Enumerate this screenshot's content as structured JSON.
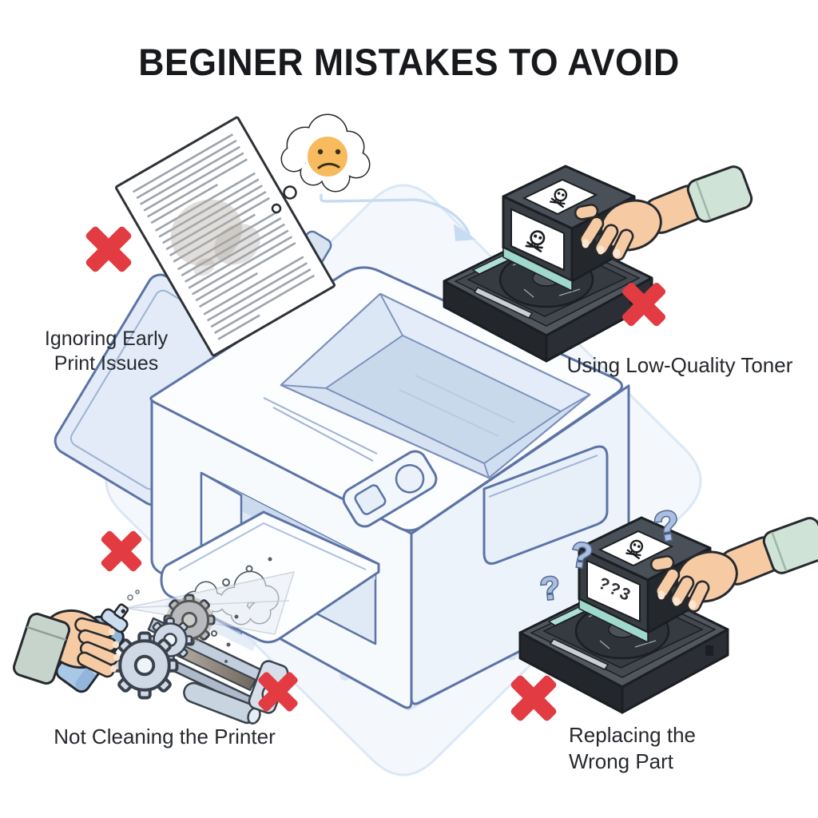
{
  "title": "BEGINER MISTAKES TO AVOID",
  "mistakes": {
    "top_left": "Ignoring Early\nPrint Issues",
    "top_right": "Using Low-Quality Toner",
    "bottom_left": "Not Cleaning the Printer",
    "bottom_right": "Replacing the\nWrong Part"
  },
  "illustration": {
    "question_mark": "?",
    "cartridge_front_label": "??3",
    "icons": [
      "red-x-icon",
      "skull-icon",
      "sad-face-thought-bubble-icon",
      "smudged-document-icon",
      "toner-cartridge-icon",
      "hand-icon",
      "spray-can-icon",
      "roller-gears-icon",
      "dust-cloud-icon",
      "arrow-connector-icon",
      "node-connector-icon"
    ],
    "colors": {
      "error_red": "#E23B42",
      "printer_outline": "#5C73A6",
      "printer_fill": "#EDF4FB",
      "toner_dark": "#3A3F46",
      "teal_accent": "#9FD9CC",
      "skin": "#F6CBA4",
      "sleeve_mint": "#CFE3D6",
      "sleeve_sage": "#C7D4CB",
      "spray_blue": "#A9C7E7",
      "question_blue": "#A9BFE2",
      "emoji_orange": "#F7BB5E"
    }
  }
}
